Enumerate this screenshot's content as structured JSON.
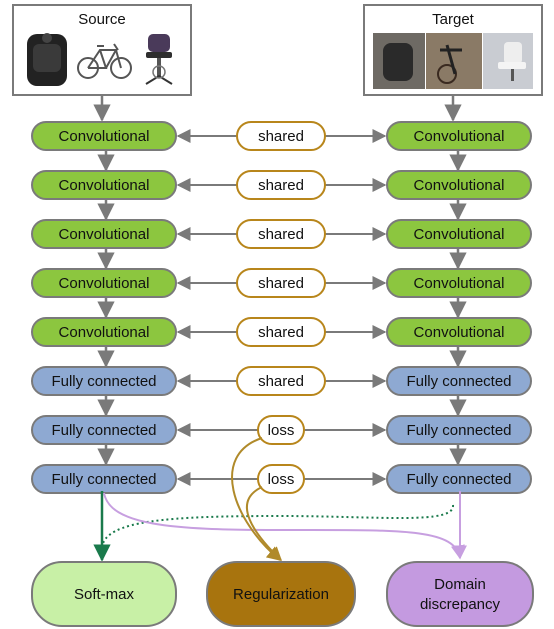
{
  "source": {
    "title": "Source"
  },
  "target": {
    "title": "Target"
  },
  "layers": [
    {
      "label": "Convolutional",
      "type": "conv",
      "link": "shared"
    },
    {
      "label": "Convolutional",
      "type": "conv",
      "link": "shared"
    },
    {
      "label": "Convolutional",
      "type": "conv",
      "link": "shared"
    },
    {
      "label": "Convolutional",
      "type": "conv",
      "link": "shared"
    },
    {
      "label": "Convolutional",
      "type": "conv",
      "link": "shared"
    },
    {
      "label": "Fully connected",
      "type": "fc",
      "link": "shared"
    },
    {
      "label": "Fully connected",
      "type": "fc",
      "link": "loss"
    },
    {
      "label": "Fully connected",
      "type": "fc",
      "link": "loss"
    }
  ],
  "outputs": {
    "softmax": "Soft-max",
    "regularization": "Regularization",
    "domain_discrepancy_line1": "Domain",
    "domain_discrepancy_line2": "discrepancy"
  },
  "colors": {
    "conv_fill": "#8cc63f",
    "fc_fill": "#8ea9d2",
    "node_stroke": "#7a7a7a",
    "shared_stroke": "#b8861b",
    "softmax_fill": "#c8f0a6",
    "softmax_arrow": "#1a7a4c",
    "regularization_fill": "#a8740e",
    "regularization_arrow": "#b08a2a",
    "discrepancy_fill": "#c49ae0",
    "discrepancy_arrow": "#c79fe0"
  }
}
